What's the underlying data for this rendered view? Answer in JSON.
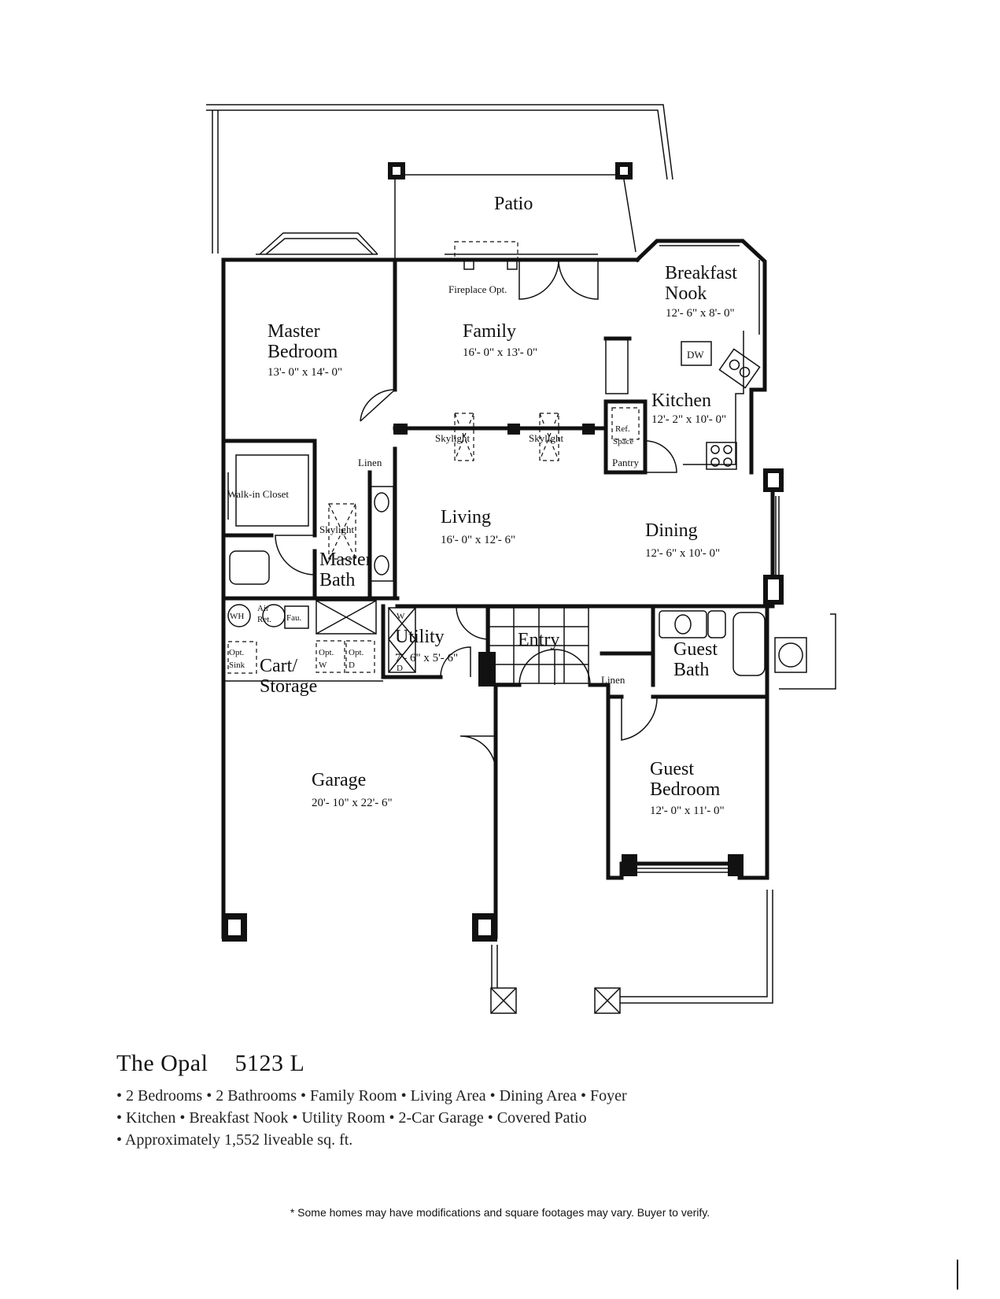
{
  "rooms": {
    "patio": {
      "name": "Patio"
    },
    "breakfast_nook": {
      "name_line1": "Breakfast",
      "name_line2": "Nook",
      "dims": "12'- 6\" x 8'- 0\""
    },
    "master_bedroom": {
      "name_line1": "Master",
      "name_line2": "Bedroom",
      "dims": "13'- 0\" x 14'- 0\""
    },
    "family": {
      "name": "Family",
      "dims": "16'- 0\" x 13'- 0\""
    },
    "kitchen": {
      "name": "Kitchen",
      "dims": "12'- 2\" x 10'- 0\""
    },
    "living": {
      "name": "Living",
      "dims": "16'- 0\" x 12'- 6\""
    },
    "dining": {
      "name": "Dining",
      "dims": "12'- 6\" x 10'- 0\""
    },
    "master_bath": {
      "name_line1": "Master",
      "name_line2": "Bath"
    },
    "utility": {
      "name": "Utility",
      "dims": "7'- 6\" x 5'- 6\""
    },
    "entry": {
      "name": "Entry"
    },
    "guest_bath": {
      "name_line1": "Guest",
      "name_line2": "Bath"
    },
    "cart_storage": {
      "name_line1": "Cart/",
      "name_line2": "Storage"
    },
    "garage": {
      "name": "Garage",
      "dims": "20'- 10\" x 22'- 6\""
    },
    "guest_bedroom": {
      "name_line1": "Guest",
      "name_line2": "Bedroom",
      "dims": "12'- 0\" x 11'- 0\""
    }
  },
  "fixtures": {
    "fireplace": "Fireplace Opt.",
    "dw": "DW",
    "skylight": "Skylight",
    "linen": "Linen",
    "walk_in_closet": "Walk-in Closet",
    "ref_space_1": "Ref.",
    "ref_space_2": "Space",
    "pantry": "Pantry",
    "wh": "WH",
    "air_ret_1": "Air",
    "air_ret_2": "Ret.",
    "fau": "Fau.",
    "opt": "Opt.",
    "sink": "Sink",
    "w": "W",
    "d": "D"
  },
  "plan": {
    "name": "The Opal",
    "code": "5123 L",
    "features": [
      "• 2 Bedrooms • 2 Bathrooms • Family Room • Living Area • Dining Area • Foyer",
      "• Kitchen • Breakfast Nook • Utility Room • 2-Car Garage • Covered Patio",
      "• Approximately 1,552 liveable sq. ft."
    ]
  },
  "disclaimer": "* Some homes may have modifications and square footages may vary. Buyer to verify."
}
